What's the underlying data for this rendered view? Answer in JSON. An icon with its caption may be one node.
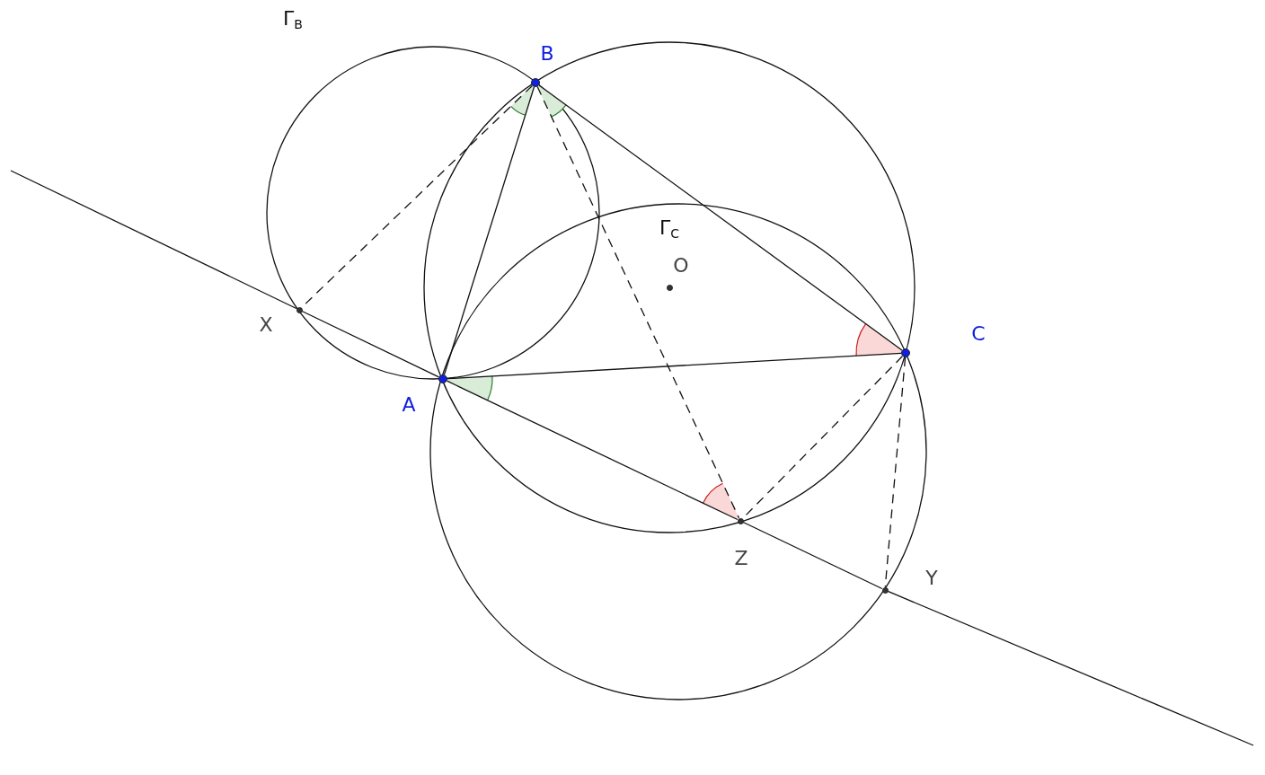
{
  "diagram": {
    "nodes": [
      {
        "text": [],
        "shape": "circle",
        "beside": [
          "B"
        ]
      },
      {
        "text": [],
        "shape": "circle",
        "beside": [
          "O"
        ]
      },
      {
        "text": [],
        "shape": "circle",
        "beside": [
          "X"
        ]
      },
      {
        "text": [],
        "shape": "circle",
        "beside": [
          "C"
        ]
      },
      {
        "text": [],
        "shape": "circle",
        "beside": [
          "A"
        ]
      },
      {
        "text": [],
        "shape": "circle",
        "beside": [
          "Z"
        ]
      },
      {
        "text": [],
        "shape": "circle",
        "beside": [
          "Y"
        ]
      }
    ],
    "edges": [
      {
        "from": null,
        "to": 2,
        "arrow": "none"
      },
      {
        "from": 2,
        "to": 4,
        "arrow": "none"
      },
      {
        "from": 4,
        "to": 5,
        "arrow": "none"
      },
      {
        "from": 5,
        "to": 6,
        "arrow": "none"
      },
      {
        "from": 6,
        "to": null,
        "arrow": "none"
      },
      {
        "from": 4,
        "to": 0,
        "arrow": "none"
      },
      {
        "from": 0,
        "to": 3,
        "arrow": "none"
      },
      {
        "from": 4,
        "to": 3,
        "arrow": "none"
      },
      {
        "from": 0,
        "to": 2,
        "arrow": "none",
        "style": "dashed"
      },
      {
        "from": 0,
        "to": 5,
        "arrow": "none",
        "style": "dashed"
      },
      {
        "from": 3,
        "to": 5,
        "arrow": "none",
        "style": "dashed"
      },
      {
        "from": 3,
        "to": 6,
        "arrow": "none",
        "style": "dashed"
      }
    ],
    "labels": [
      "Γ$_{B}$",
      "Γ$_{C}$"
    ]
  }
}
